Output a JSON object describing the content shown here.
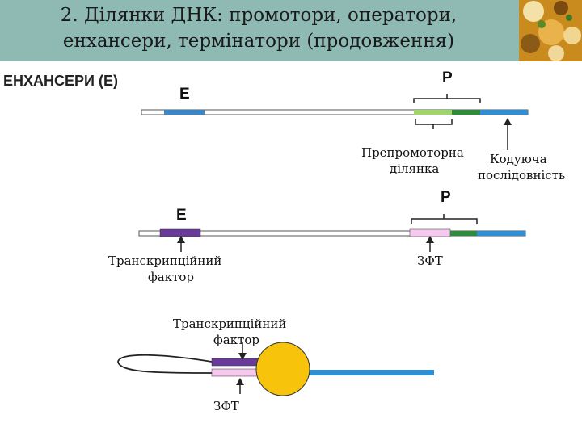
{
  "title": {
    "line1": "2. Ділянки ДНК: промотори, оператори,",
    "line2": "енхансери, термінатори (продовження)"
  },
  "section_label": "ЕНХАНСЕРИ (Е)",
  "panel1": {
    "enhancer_label": "Е",
    "promoter_label": "Р",
    "prepromoter_label_1": "Препромоторна",
    "prepromoter_label_2": "ділянка",
    "coding_label_1": "Кодуюча",
    "coding_label_2": "послідовність"
  },
  "panel2": {
    "enhancer_label": "Е",
    "promoter_label": "Р",
    "tf_label_1": "Транскрипційний",
    "tf_label_2": "фактор",
    "zft_label": "ЗФТ"
  },
  "panel3": {
    "tf_label_1": "Транскрипційний",
    "tf_label_2": "фактор",
    "zft_label": "ЗФТ"
  },
  "colors": {
    "title_bg": "#8fb9b3",
    "dna_line": "#ffffff",
    "enhancer_blue": "#3a87c8",
    "enhancer_purple": "#6a3a9a",
    "prepromoter_green": "#9fd66a",
    "promoter_green": "#2e8b3a",
    "coding_blue": "#2f8fd4",
    "zft_pink": "#f6c8ee",
    "polymerase_yellow": "#f7c30b"
  }
}
